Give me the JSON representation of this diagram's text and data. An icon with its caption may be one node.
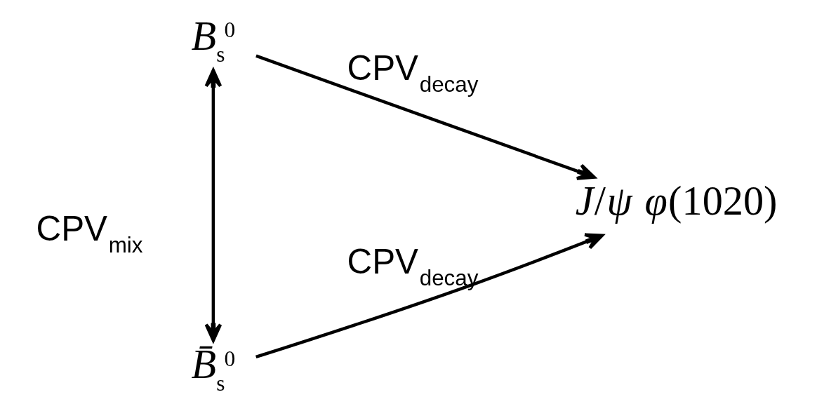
{
  "diagram": {
    "nodes": [
      {
        "text": [
          "*B*$_{s}$$^{0}$"
        ]
      },
      {
        "text": [
          "*B̄*$_{s}$$^{0}$"
        ]
      },
      {
        "text": [
          "*J*/*ψ* *φ*(1020)"
        ]
      }
    ],
    "edges": [
      {
        "from": 0,
        "to": 2,
        "arrow": "to",
        "label": "CPV$_{decay}$"
      },
      {
        "from": 0,
        "to": 1,
        "arrow": "both",
        "label": "CPV$_{mix}$"
      },
      {
        "from": 1,
        "to": 2,
        "arrow": "to",
        "label": "CPV$_{decay}$"
      }
    ]
  }
}
